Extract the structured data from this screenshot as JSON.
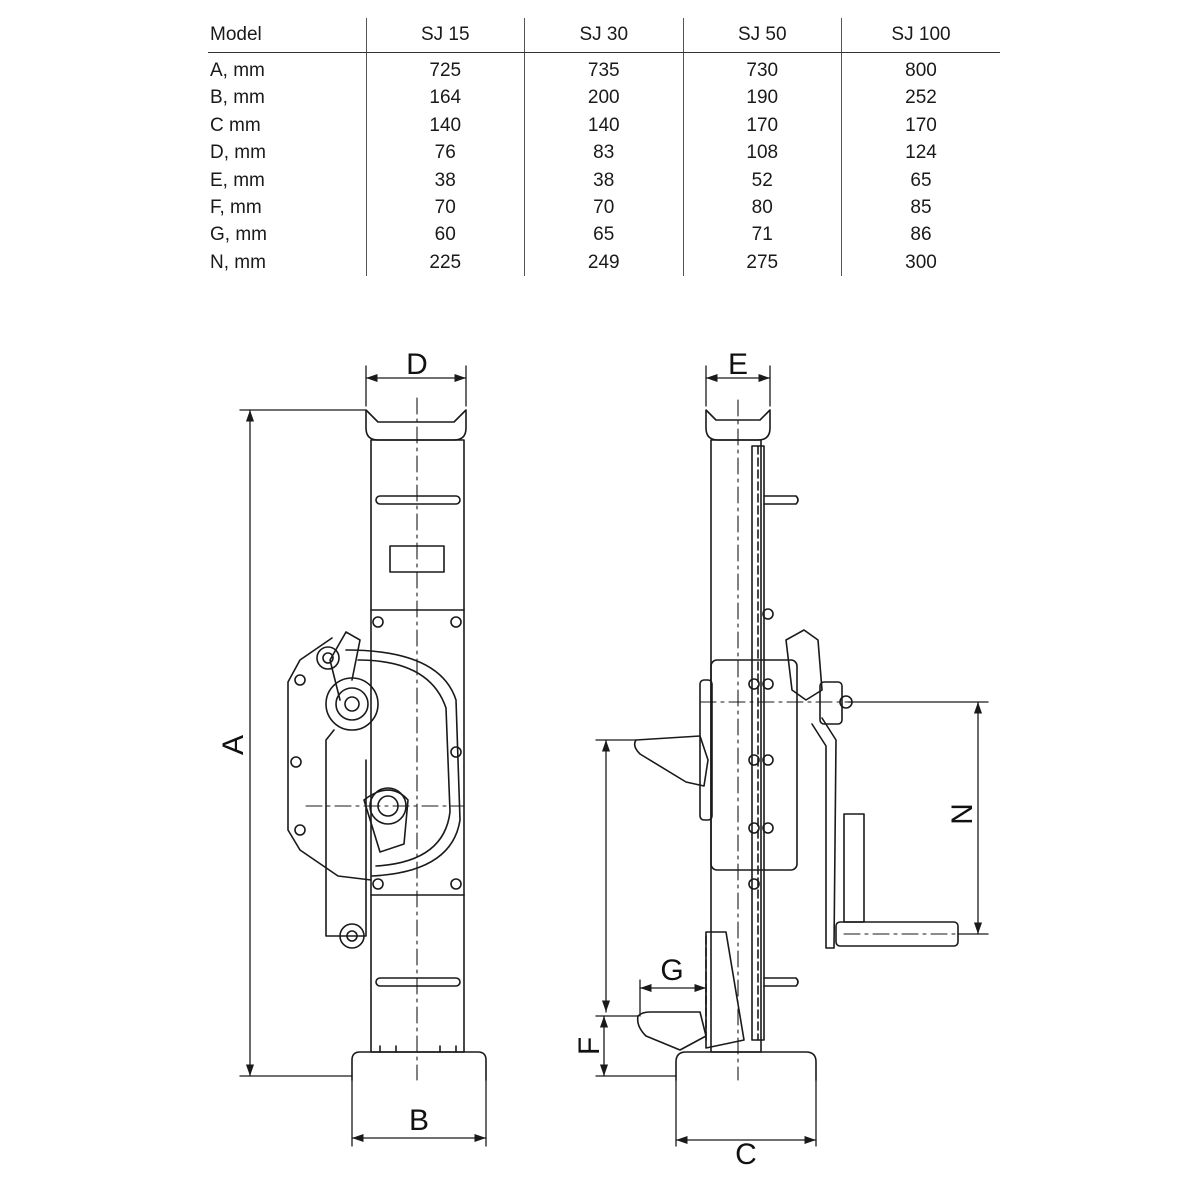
{
  "table": {
    "headers": [
      "Model",
      "SJ 15",
      "SJ 30",
      "SJ 50",
      "SJ 100"
    ],
    "rows": [
      {
        "label": "A, mm",
        "values": [
          "725",
          "735",
          "730",
          "800"
        ]
      },
      {
        "label": "B, mm",
        "values": [
          "164",
          "200",
          "190",
          "252"
        ]
      },
      {
        "label": "C mm",
        "values": [
          "140",
          "140",
          "170",
          "170"
        ]
      },
      {
        "label": "D, mm",
        "values": [
          "76",
          "83",
          "108",
          "124"
        ]
      },
      {
        "label": "E, mm",
        "values": [
          "38",
          "38",
          "52",
          "65"
        ]
      },
      {
        "label": "F, mm",
        "values": [
          "70",
          "70",
          "80",
          "85"
        ]
      },
      {
        "label": "G, mm",
        "values": [
          "60",
          "65",
          "71",
          "86"
        ]
      },
      {
        "label": "N, mm",
        "values": [
          "225",
          "249",
          "275",
          "300"
        ]
      }
    ]
  },
  "drawing": {
    "labels": {
      "A": "A",
      "B": "B",
      "C": "C",
      "D": "D",
      "E": "E",
      "F": "F",
      "G": "G",
      "N": "N"
    }
  }
}
